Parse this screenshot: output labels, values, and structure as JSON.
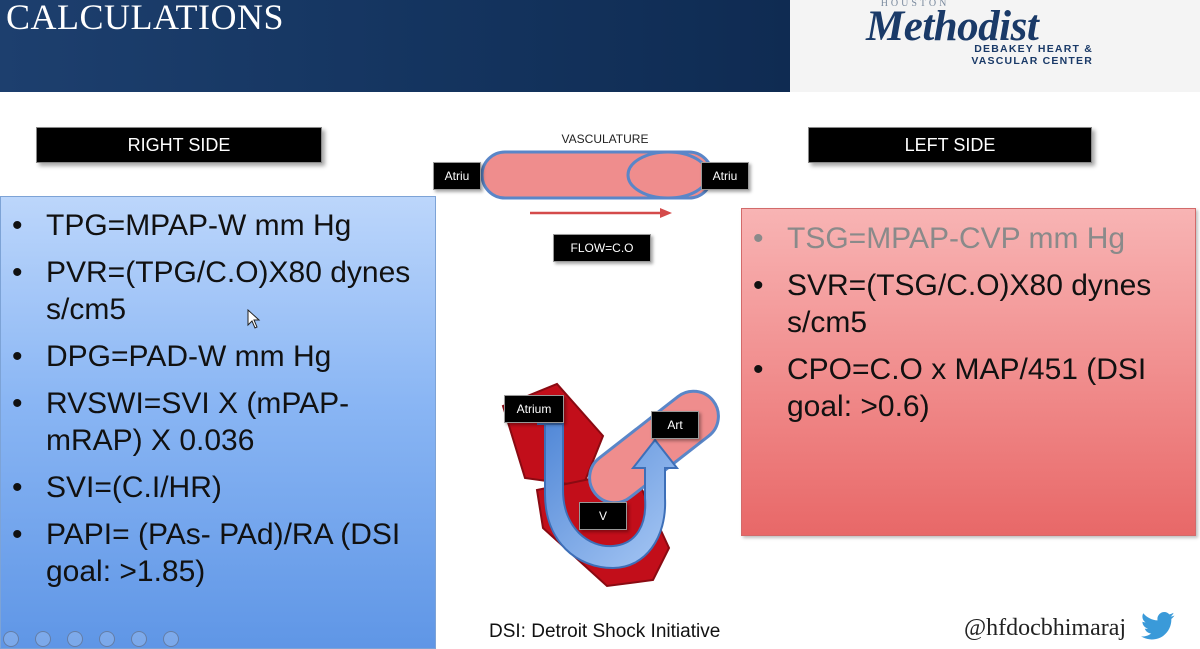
{
  "slide": {
    "title": "CALCULATIONS"
  },
  "logo": {
    "top": "HOUSTON",
    "name": "Methodist",
    "line1": "DEBAKEY HEART &",
    "line2": "VASCULAR CENTER"
  },
  "right_side": {
    "label": "RIGHT SIDE",
    "bullets": [
      "TPG=MPAP-W mm Hg",
      "PVR=(TPG/C.O)X80 dynes s/cm5",
      "DPG=PAD-W mm Hg",
      "RVSWI=SVI X (mPAP-mRAP) X 0.036",
      "SVI=(C.I/HR)",
      "PAPI= (PAs- PAd)/RA (DSI goal: >1.85)"
    ]
  },
  "left_side": {
    "label": "LEFT SIDE",
    "bullets": [
      "TSG=MPAP-CVP mm Hg",
      "SVR=(TSG/C.O)X80 dynes s/cm5",
      "CPO=C.O x MAP/451 (DSI goal: >0.6)"
    ]
  },
  "diagram": {
    "vasculature_label": "VASCULATURE",
    "atrium_left": "Atriu",
    "atrium_right": "Atriu",
    "flow_label": "FLOW=C.O",
    "atrium_label": "Atrium",
    "artery_label": "Art",
    "ventricle_label": "V"
  },
  "footer": {
    "dsi_note": "DSI: Detroit Shock Initiative",
    "twitter_handle": "@hfdocbhimaraj"
  },
  "icons": {
    "cursor": "mouse-cursor-icon",
    "twitter": "twitter-bird-icon"
  },
  "colors": {
    "header_blue": "#14345f",
    "right_panel": "#8ab6f4",
    "left_panel": "#f08a8a",
    "twitter": "#3a9ad9"
  }
}
